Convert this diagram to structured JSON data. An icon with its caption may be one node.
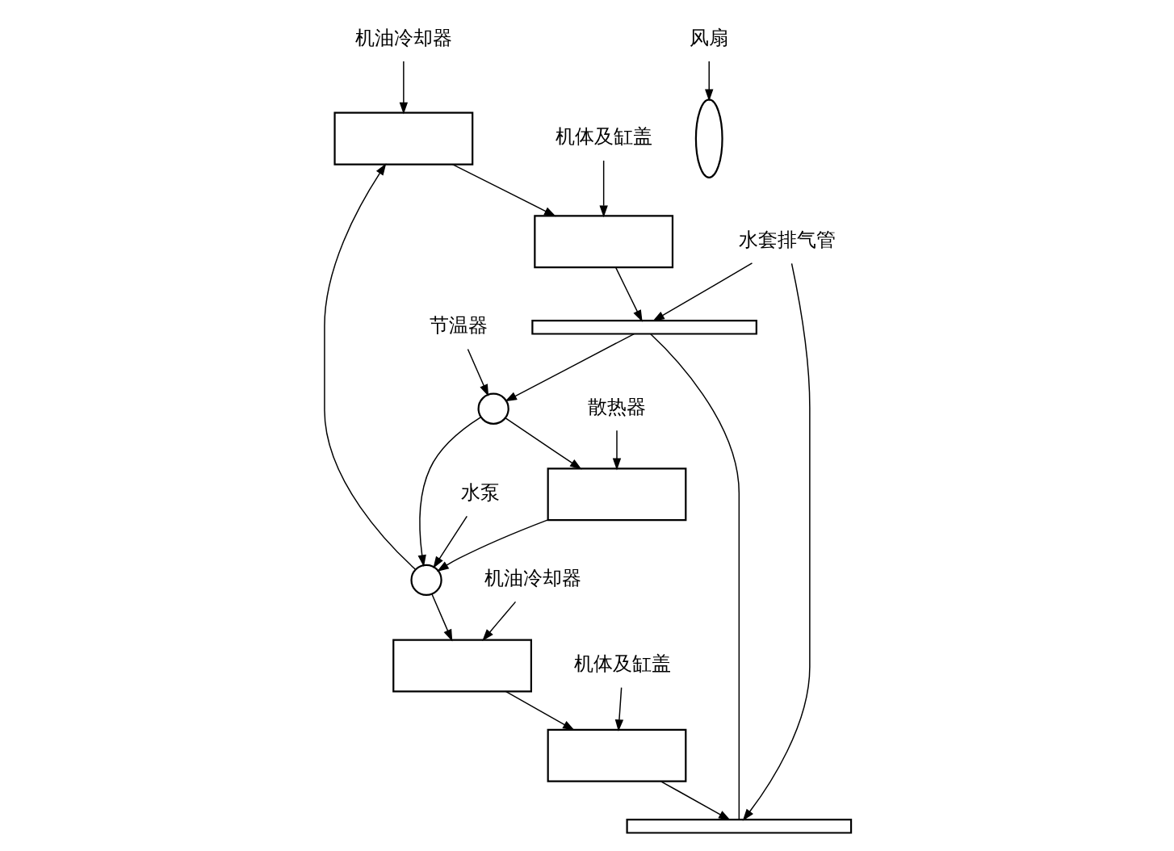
{
  "diagram": {
    "nodes": [
      {
        "text": [
          "机油冷却器"
        ]
      },
      {
        "text": [],
        "shape": "box"
      },
      {
        "text": [
          "机体及缸盖"
        ]
      },
      {
        "text": [],
        "shape": "box"
      },
      {
        "text": [
          "水套排气管"
        ]
      },
      {
        "text": [],
        "shape": "bar"
      },
      {
        "text": [],
        "shape": "bar"
      },
      {
        "text": [
          "机体及缸盖"
        ]
      },
      {
        "text": [],
        "shape": "box"
      },
      {
        "text": [],
        "shape": "box"
      },
      {
        "text": [
          "机油冷却器"
        ]
      },
      {
        "text": [
          "节温器"
        ]
      },
      {
        "text": [],
        "shape": "circle"
      },
      {
        "text": [
          "风扇"
        ]
      },
      {
        "text": [],
        "shape": "fan"
      },
      {
        "text": [],
        "shape": "circle"
      },
      {
        "text": [
          "水泵"
        ]
      },
      {
        "text": [
          "散热器"
        ]
      },
      {
        "text": [],
        "shape": "box"
      }
    ],
    "edges": [
      {
        "from": 0,
        "to": 1,
        "arrow": "to"
      },
      {
        "from": 2,
        "to": 3,
        "arrow": "to"
      },
      {
        "from": 4,
        "to": 5,
        "arrow": "to"
      },
      {
        "from": 4,
        "to": 6,
        "arrow": "to"
      },
      {
        "from": 7,
        "to": 8,
        "arrow": "to"
      },
      {
        "from": 10,
        "to": 9,
        "arrow": "to"
      },
      {
        "from": 11,
        "to": 12,
        "arrow": "to"
      },
      {
        "from": 13,
        "to": 14,
        "arrow": "to"
      },
      {
        "from": 16,
        "to": 15,
        "arrow": "to"
      },
      {
        "from": 17,
        "to": 18,
        "arrow": "to"
      },
      {
        "from": 15,
        "to": 1,
        "arrow": "to"
      },
      {
        "from": 15,
        "to": 9,
        "arrow": "to"
      },
      {
        "from": 1,
        "to": 3,
        "arrow": "to"
      },
      {
        "from": 3,
        "to": 5,
        "arrow": "to"
      },
      {
        "from": 9,
        "to": 8,
        "arrow": "to"
      },
      {
        "from": 8,
        "to": 6,
        "arrow": "to"
      },
      {
        "from": 6,
        "to": 5,
        "arrow": "none"
      },
      {
        "from": 5,
        "to": 12,
        "arrow": "to"
      },
      {
        "from": 12,
        "to": 18,
        "arrow": "to"
      },
      {
        "from": 12,
        "to": 15,
        "arrow": "to"
      },
      {
        "from": 18,
        "to": 15,
        "arrow": "to"
      }
    ]
  }
}
